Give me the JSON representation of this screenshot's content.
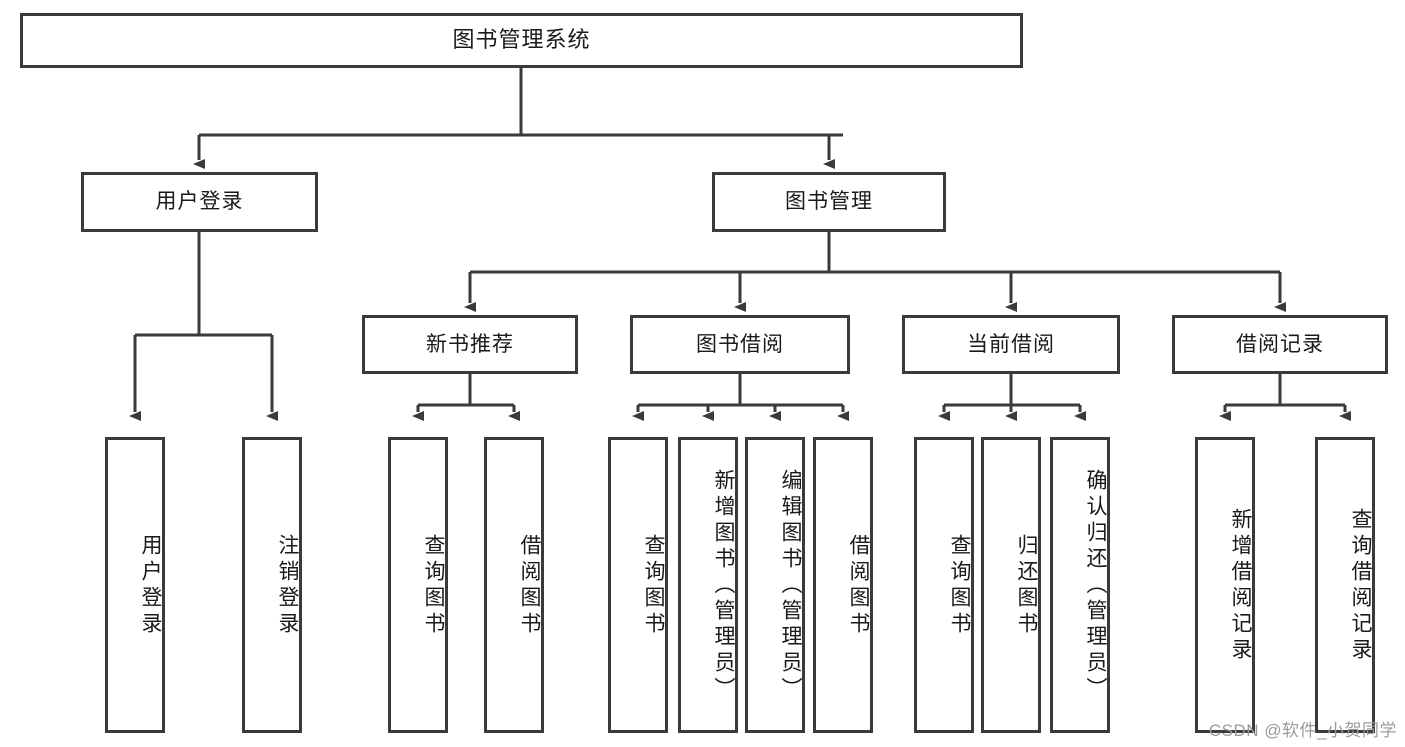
{
  "diagram": {
    "title": "图书管理系统",
    "type": "tree",
    "colors": {
      "stroke": "#3a3a3a",
      "fill": "#ffffff",
      "text": "#1a1a1a",
      "watermark": "#9a9a9a"
    },
    "root": {
      "label": "图书管理系统"
    },
    "level1": [
      {
        "label": "用户登录"
      },
      {
        "label": "图书管理"
      }
    ],
    "level2": [
      {
        "label": "新书推荐"
      },
      {
        "label": "图书借阅"
      },
      {
        "label": "当前借阅"
      },
      {
        "label": "借阅记录"
      }
    ],
    "leaves": {
      "user_login": [
        {
          "label": "用户登录"
        },
        {
          "label": "注销登录"
        }
      ],
      "new_book_recommend": [
        {
          "label": "查询图书"
        },
        {
          "label": "借阅图书"
        }
      ],
      "book_borrow": [
        {
          "label": "查询图书"
        },
        {
          "label": "新增图书（管理员）"
        },
        {
          "label": "编辑图书（管理员）"
        },
        {
          "label": "借阅图书"
        }
      ],
      "current_borrow": [
        {
          "label": "查询图书"
        },
        {
          "label": "归还图书"
        },
        {
          "label": "确认归还（管理员）"
        }
      ],
      "borrow_record": [
        {
          "label": "新增借阅记录"
        },
        {
          "label": "查询借阅记录"
        }
      ]
    }
  },
  "watermark": {
    "text": "CSDN @软件_小贺同学"
  }
}
